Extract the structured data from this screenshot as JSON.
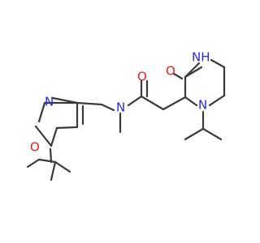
{
  "structure": {
    "atoms": {
      "ring_o": {
        "label": "O",
        "color": "#e8211c"
      },
      "ring_n": {
        "label": "N",
        "color": "#2b2bd6"
      },
      "amide_o": {
        "label": "O",
        "color": "#e8211c"
      },
      "amide_n": {
        "label": "N",
        "color": "#2b2bd6"
      },
      "ketone_o": {
        "label": "O",
        "color": "#e8211c"
      },
      "nh": {
        "label": "NH",
        "color": "#2b2bd6"
      },
      "pip_n": {
        "label": "N",
        "color": "#2b2bd6"
      }
    },
    "bond_color": "#3a3a3a"
  }
}
